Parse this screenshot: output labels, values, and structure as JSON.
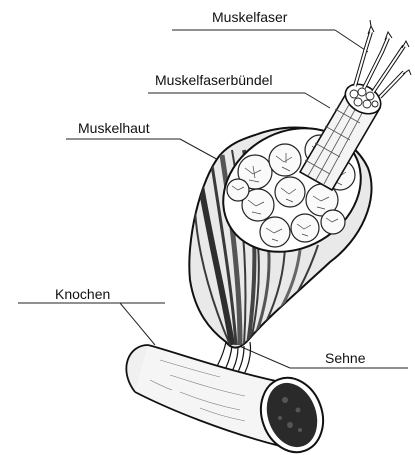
{
  "diagram": {
    "labels": {
      "muskelfaser": "Muskelfaser",
      "muskelfaserbuendel": "Muskelfaserbündel",
      "muskelhaut": "Muskelhaut",
      "knochen": "Knochen",
      "sehne": "Sehne"
    }
  },
  "colors": {
    "ink": "#111111",
    "muscle_shade": "#4a4a4a",
    "bone_fill": "#f2f2f2",
    "marrow": "#2a2a2a"
  }
}
